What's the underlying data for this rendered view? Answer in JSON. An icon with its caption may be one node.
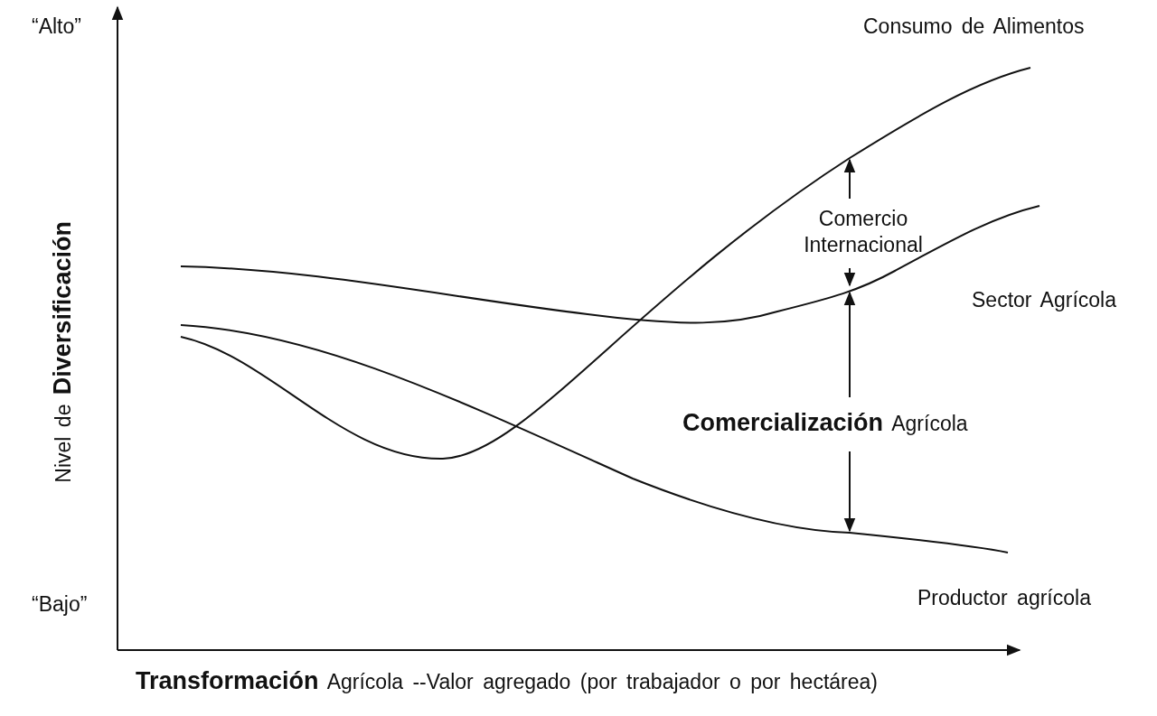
{
  "diagram": {
    "labels": [
      "“Alto”",
      "Consumo de Alimentos",
      "Nivel de **Diversificación**",
      "Comercio Internacional",
      "Sector Agrícola",
      "**Comercialización** Agrícola",
      "“Bajo”",
      "Productor agrícola",
      "**Transformación** Agrícola --Valor agregado (por trabajador o por hectárea)"
    ]
  }
}
